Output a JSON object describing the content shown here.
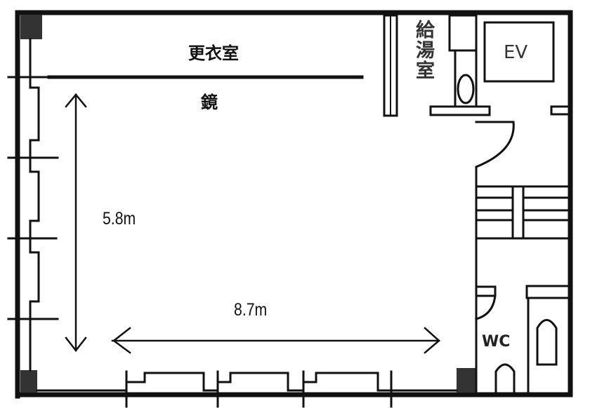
{
  "labels": {
    "changing_room": "更衣室",
    "mirror": "鏡",
    "kitchenette": "給湯室",
    "elevator": "EV",
    "restroom": "WC",
    "room_depth": "5.8m",
    "room_width": "8.7m"
  },
  "colors": {
    "line": "#111111",
    "column": "#333333"
  }
}
